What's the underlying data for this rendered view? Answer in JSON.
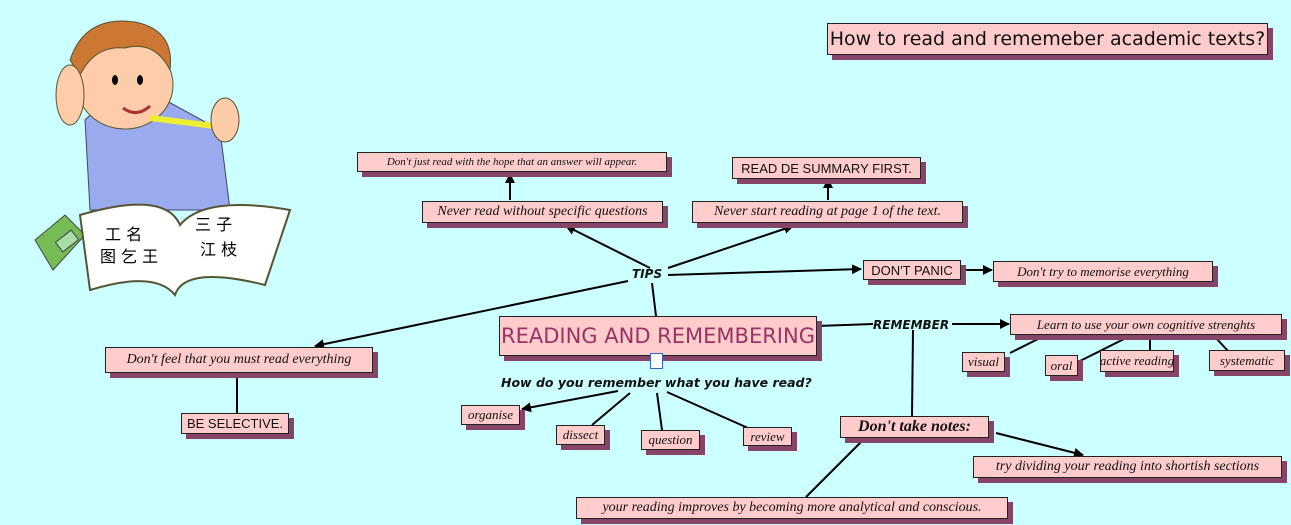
{
  "title": "How to read and rememeber academic texts?",
  "central": "READING AND REMEMBERING",
  "central_question": "How do you remember what you have read?",
  "links": {
    "tips": "TIPS",
    "remember": "REMEMBER"
  },
  "tips": {
    "questions": "Never read without specific questions",
    "hope": "Don't just read with the hope that an answer will appear.",
    "page1": "Never start reading at page 1 of the text.",
    "summary": "READ DE SUMMARY FIRST.",
    "panic": "DON'T PANIC",
    "memorise": "Don't try to memorise everything",
    "everything": "Don't feel that you must read everything",
    "selective": "BE SELECTIVE."
  },
  "remember": {
    "cognitive": "Learn to use your own cognitive strenghts",
    "strengths": [
      "visual",
      "oral",
      "active reading",
      "systematic"
    ],
    "notes": "Don't take notes:",
    "dividing": "try dividing your reading into shortish sections",
    "improves": "your reading improves by becoming more analytical and conscious."
  },
  "methods": [
    "organise",
    "dissect",
    "question",
    "review"
  ],
  "colors": {
    "background": "#ccffff",
    "box": "#ffcccc",
    "shadow": "#884466",
    "central_text": "#993366"
  }
}
